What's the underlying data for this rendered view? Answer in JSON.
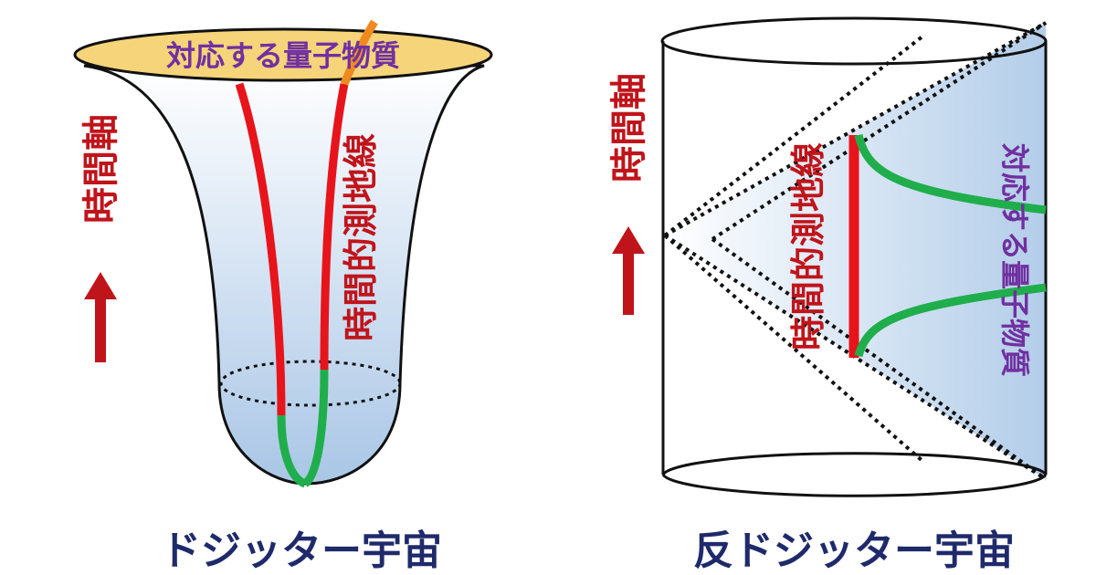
{
  "left": {
    "title": "ドジッター宇宙",
    "time_axis": "時間軸",
    "geodesic": "時間的測地線",
    "quantum_matter": "対応する量子物質"
  },
  "right": {
    "title": "反ドジッター宇宙",
    "time_axis": "時間軸",
    "geodesic": "時間的測地線",
    "quantum_matter": "対応する量子物質"
  },
  "colors": {
    "red": "#e8141b",
    "green": "#1fae4b",
    "purple": "#7030a0",
    "navy": "#1f2a6b",
    "axis": "#c0141b",
    "gold": "#f5d47a"
  }
}
